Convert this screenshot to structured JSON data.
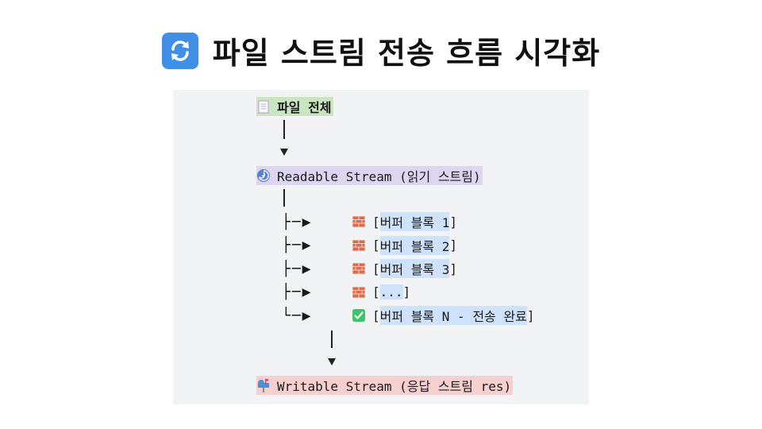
{
  "title": {
    "icon": "refresh-arrows-icon",
    "text": "파일 스트림 전송 흐름 시각화"
  },
  "colors": {
    "title_icon_bg": "#3f8fe6",
    "panel_bg": "#f1f3f5",
    "file_highlight": "#c8e6c0",
    "readable_highlight": "#ddd6f0",
    "chunk_highlight": "#cfe2fb",
    "writable_highlight": "#f6cfcf"
  },
  "diagram": {
    "file": {
      "icon": "document-icon",
      "label": "파일 전체"
    },
    "readable": {
      "icon": "cyclone-icon",
      "label": "Readable Stream (읽기 스트림)"
    },
    "chunks": [
      {
        "prefix": "├─▶",
        "icon": "brick-icon",
        "open": "[",
        "label": "버퍼 블록 1",
        "close": "]"
      },
      {
        "prefix": "├─▶",
        "icon": "brick-icon",
        "open": "[",
        "label": "버퍼 블록 2",
        "close": "]"
      },
      {
        "prefix": "├─▶",
        "icon": "brick-icon",
        "open": "[",
        "label": "버퍼 블록 3",
        "close": "]"
      },
      {
        "prefix": "├─▶",
        "icon": "brick-icon",
        "open": "[",
        "label": "...",
        "close": "]"
      },
      {
        "prefix": "└─▶",
        "icon": "check-box-icon",
        "open": "[",
        "label": "버퍼 블록 N - 전송 완료",
        "close": "]"
      }
    ],
    "writable": {
      "icon": "mailbox-icon",
      "label": "Writable Stream (응답 스트림 res)"
    }
  }
}
